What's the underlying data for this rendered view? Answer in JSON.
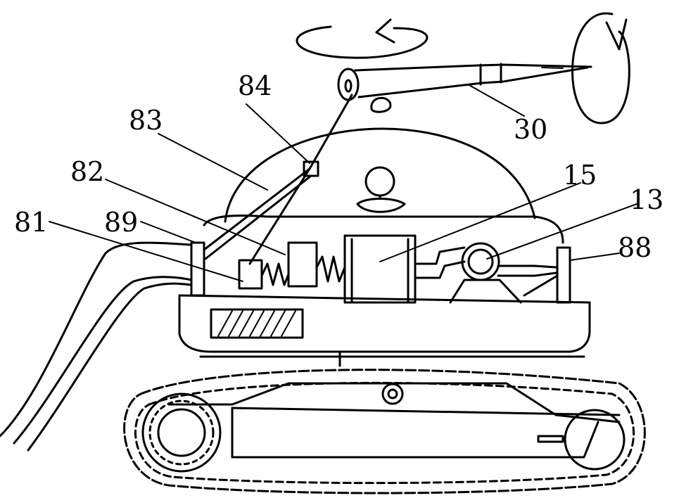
{
  "labels": {
    "l84": "84",
    "l83": "83",
    "l82": "82",
    "l81": "81",
    "l89": "89",
    "l15": "15",
    "l13": "13",
    "l88": "88",
    "l30": "30"
  }
}
